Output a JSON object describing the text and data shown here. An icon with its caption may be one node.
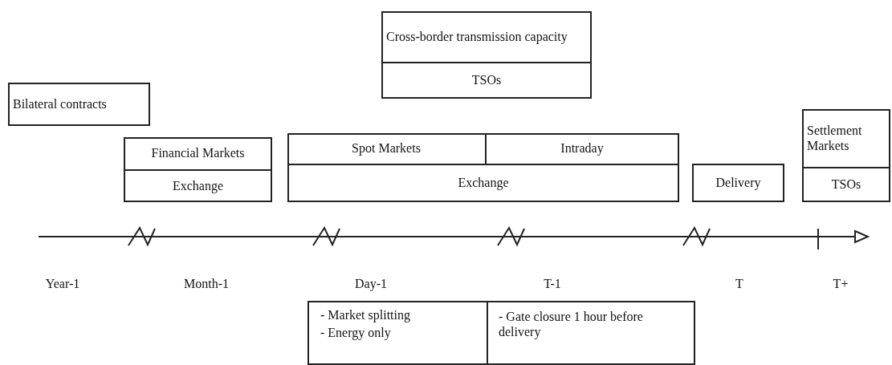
{
  "diagram": {
    "nodes": [
      {
        "text": [
          "Cross-border transmission capacity",
          "TSOs"
        ]
      },
      {
        "text": [
          "Bilateral contracts"
        ]
      },
      {
        "text": [
          "Financial Markets",
          "Exchange"
        ]
      },
      {
        "text": [
          "Spot Markets",
          "Intraday",
          "Exchange"
        ]
      },
      {
        "text": [
          "Delivery"
        ]
      },
      {
        "text": [
          "Settlement Markets",
          "TSOs"
        ]
      },
      {
        "text": [
          "- Market splitting",
          "- Energy only",
          "- Gate closure 1 hour before delivery"
        ]
      }
    ],
    "edges": [],
    "labels": [
      "Year-1",
      "Month-1",
      "Day-1",
      "T-1",
      "T",
      "T+"
    ]
  }
}
